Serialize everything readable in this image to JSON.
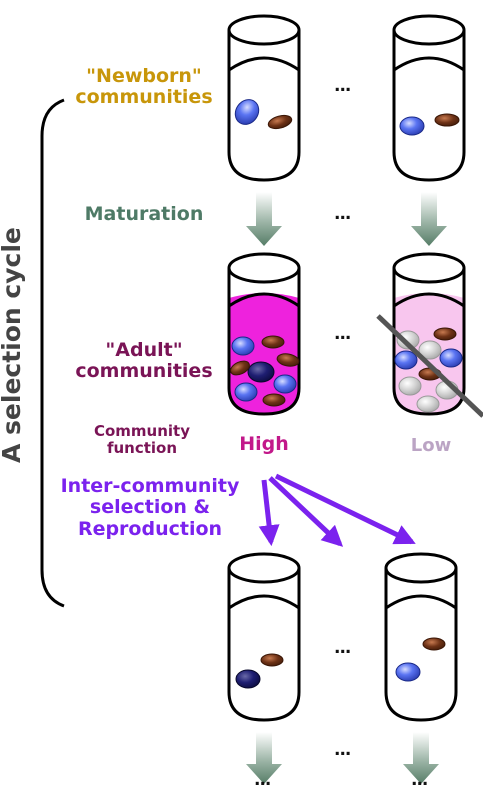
{
  "labels": {
    "newborn_line1": "\"Newborn\"",
    "newborn_line2": "communities",
    "maturation": "Maturation",
    "adult_line1": "\"Adult\"",
    "adult_line2": "communities",
    "function_line1": "Community",
    "function_line2": "function",
    "high": "High",
    "low": "Low",
    "selection_line1": "Inter-community",
    "selection_line2": "selection &",
    "selection_line3": "Reproduction",
    "cycle": "A selection cycle",
    "ellipsis": "..."
  },
  "colors": {
    "newborn_text": "#c8960a",
    "maturation_text": "#4e7a66",
    "adult_text": "#7a1456",
    "selection_text": "#7b22ee",
    "high_text": "#c2188a",
    "low_text": "#bba4c4",
    "high_fill": "#ee22dd",
    "low_fill": "#f8c6ee",
    "arrow_green": "#567d67",
    "arrow_purple": "#7b22ee",
    "cell_blue": "#4a66ee",
    "cell_navy": "#1a1a6e",
    "cell_brown": "#6e3216",
    "cell_gray": "#c8c8c8"
  }
}
